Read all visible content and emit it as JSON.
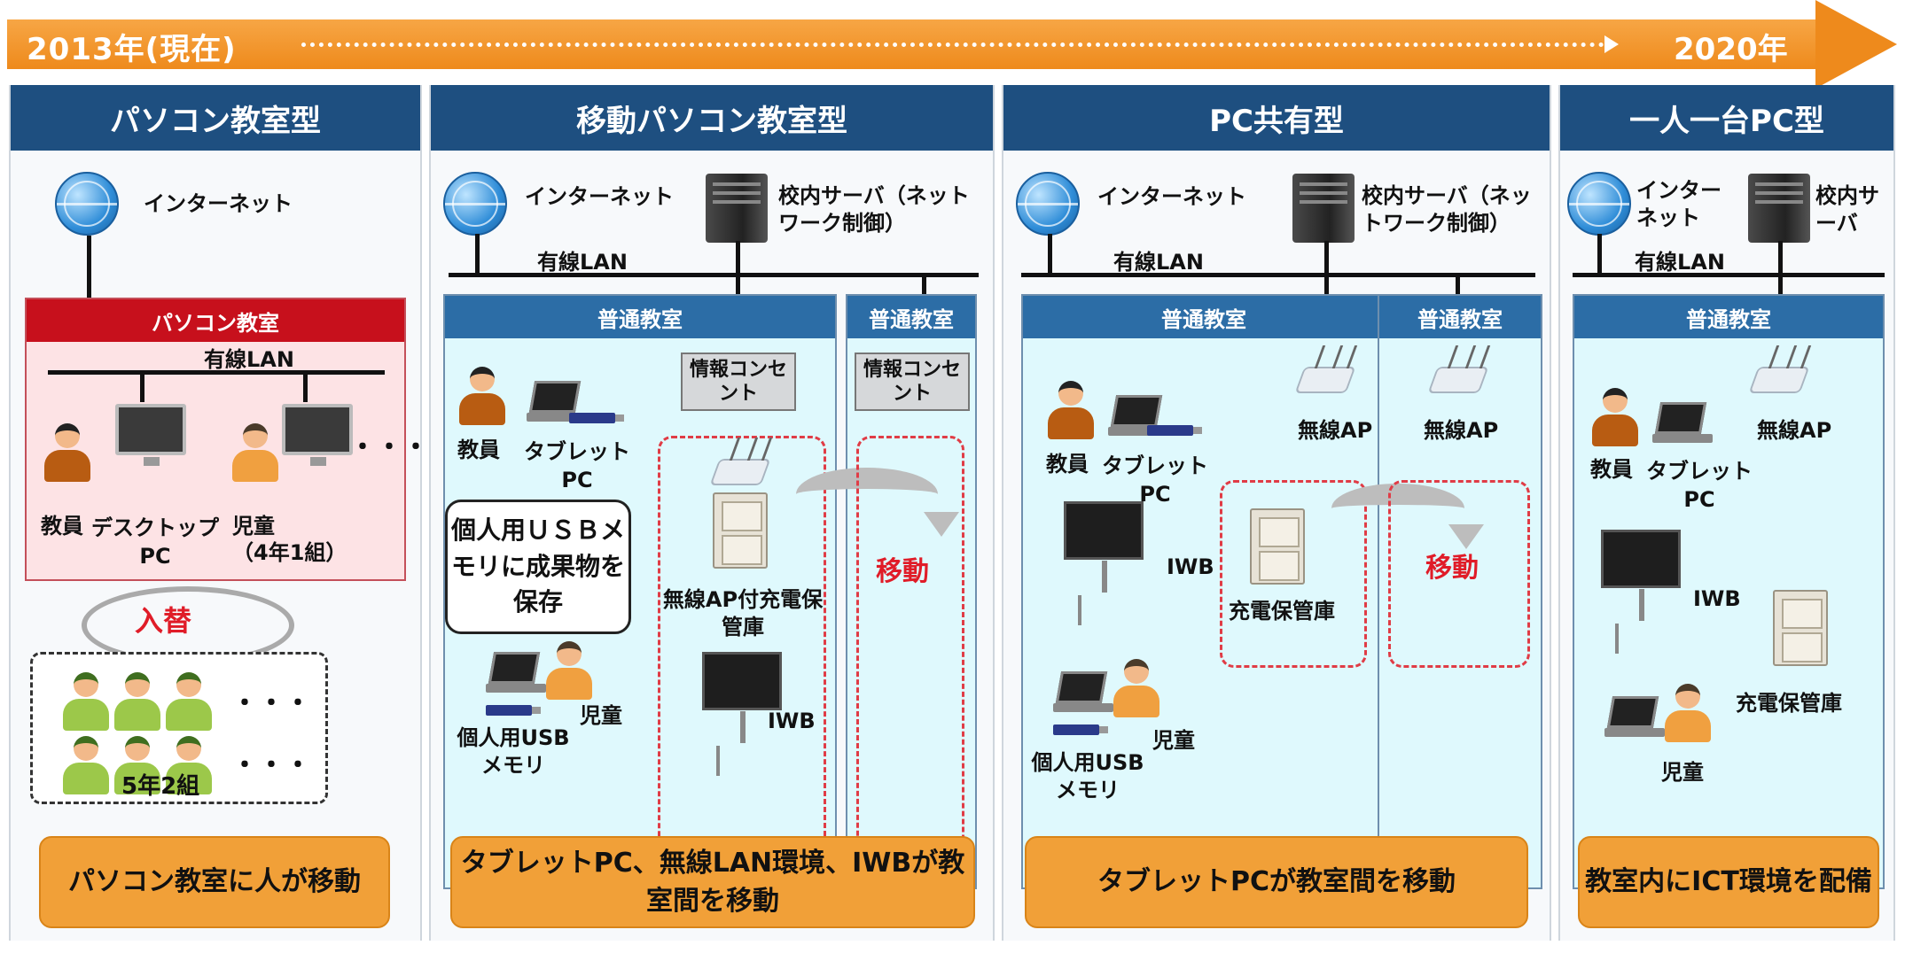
{
  "timeline": {
    "start": "2013年(現在)",
    "end": "2020年"
  },
  "panels": [
    {
      "title": "パソコン教室型",
      "internet": "インターネット",
      "pc_room_title": "パソコン教室",
      "wired_lan": "有線LAN",
      "teacher": "教員",
      "desktop_pc": "デスクトップPC",
      "student": "児童",
      "student_class": "（4年1組）",
      "ellipsis": "・・・",
      "swap": "入替",
      "next_class": "5年2組",
      "caption": "パソコン教室に人が移動"
    },
    {
      "title": "移動パソコン教室型",
      "internet": "インターネット",
      "server": "校内サーバ（ネットワーク制御）",
      "wired_lan": "有線LAN",
      "room1": "普通教室",
      "room2": "普通教室",
      "outlet1": "情報コンセント",
      "outlet2": "情報コンセント",
      "teacher": "教員",
      "tablet": "タブレットPC",
      "bubble": "個人用ＵＳＢメモリに成果物を保存",
      "ap_cabinet": "無線AP付充電保管庫",
      "move": "移動",
      "student": "児童",
      "usb": "個人用USBメモリ",
      "iwb": "IWB",
      "caption": "タブレットPC、無線LAN環境、IWBが教室間を移動"
    },
    {
      "title": "PC共有型",
      "internet": "インターネット",
      "server": "校内サーバ（ネットワーク制御）",
      "wired_lan": "有線LAN",
      "room1": "普通教室",
      "room2": "普通教室",
      "ap1": "無線AP",
      "ap2": "無線AP",
      "teacher": "教員",
      "tablet": "タブレットPC",
      "iwb": "IWB",
      "cabinet": "充電保管庫",
      "move": "移動",
      "student": "児童",
      "usb": "個人用USBメモリ",
      "caption": "タブレットPCが教室間を移動"
    },
    {
      "title": "一人一台PC型",
      "internet": "インターネット",
      "server": "校内サーバ",
      "wired_lan": "有線LAN",
      "room1": "普通教室",
      "ap": "無線AP",
      "teacher": "教員",
      "tablet": "タブレットPC",
      "iwb": "IWB",
      "cabinet": "充電保管庫",
      "student": "児童",
      "caption": "教室内にICT環境を配備"
    }
  ]
}
